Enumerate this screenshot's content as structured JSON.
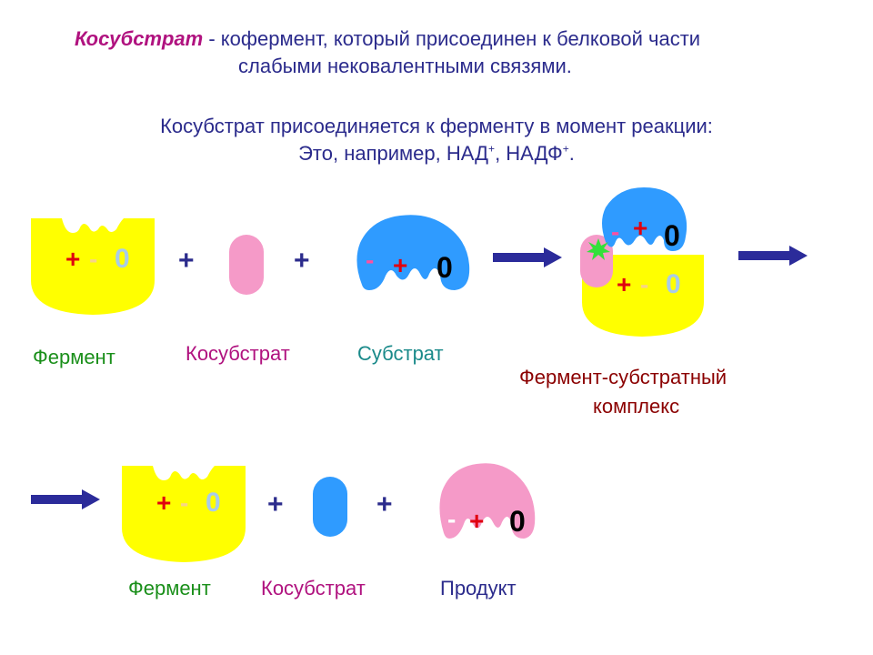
{
  "definition": {
    "term": "Косубстрат",
    "line1_rest": " - кофермент, который присоединен к белковой части",
    "line2": "слабыми нековалентными связями."
  },
  "statement": {
    "line1": "Косубстрат присоединяется к ферменту в момент реакции:",
    "line2_prefix": "Это, например, НАД",
    "sup1": "+",
    "line2_mid": ", НАДФ",
    "sup2": "+",
    "line2_end": "."
  },
  "charges": {
    "plus": "+",
    "minus": "-",
    "zero": "0"
  },
  "operators": {
    "plus": "+"
  },
  "row1": {
    "enzyme_label": "Фермент",
    "cosubstrate_label": "Косубстрат",
    "substrate_label": "Субстрат",
    "complex_label_line1": "Фермент-субстратный",
    "complex_label_line2": "комплекс"
  },
  "row2": {
    "enzyme_label": "Фермент",
    "cosubstrate_label": "Косубстрат",
    "product_label": "Продукт"
  },
  "colors": {
    "enzyme": "#ffff00",
    "cosubstrate_before": "#f59ac8",
    "cosubstrate_after": "#2f9bff",
    "substrate": "#2f9bff",
    "product": "#f59ac8",
    "arrow": "#2b2b9a",
    "burst": "#33e03a",
    "plus": "#e0000f",
    "minus_on_yellow": "#f7d488",
    "zero_on_yellow": "#a8cce8",
    "label_enzyme": "#1a8f1a",
    "label_cosubstrate": "#b0127f",
    "label_substrate": "#1a8a8a",
    "label_complex": "#8b0000",
    "label_product": "#2b2b8c"
  }
}
